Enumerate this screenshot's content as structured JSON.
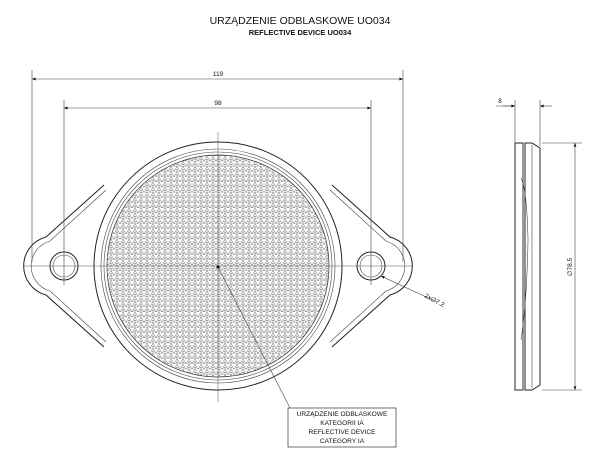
{
  "title": {
    "main": "URZĄDZENIE ODBLASKOWE UO034",
    "sub": "REFLECTIVE DEVICE UO034"
  },
  "dimensions": {
    "overall_width": "119",
    "hole_spacing": "98",
    "hole_diameter": "2x∅7.2",
    "thickness": "8",
    "reflector_diameter": "∅78.5"
  },
  "label_box": {
    "lines": [
      "URZĄDZENIE ODBLASKOWE",
      "KATEGORII IA",
      "REFLECTIVE DEVICE",
      "CATEGORY IA"
    ]
  },
  "colors": {
    "line": "#222222",
    "background": "#ffffff"
  }
}
